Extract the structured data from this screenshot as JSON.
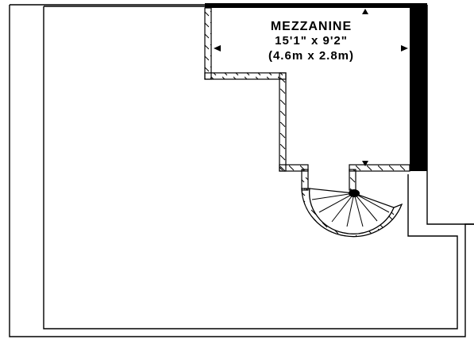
{
  "room": {
    "name": "MEZZANINE",
    "dimensions_imperial": "15'1\" x 9'2\"",
    "dimensions_metric": "(4.6m x 2.8m)"
  },
  "colors": {
    "line": "#000000",
    "background": "#ffffff",
    "wall_fill": "#000000"
  },
  "icons": {
    "dimension_arrow": "triangle-arrow",
    "stair": "spiral-staircase"
  }
}
